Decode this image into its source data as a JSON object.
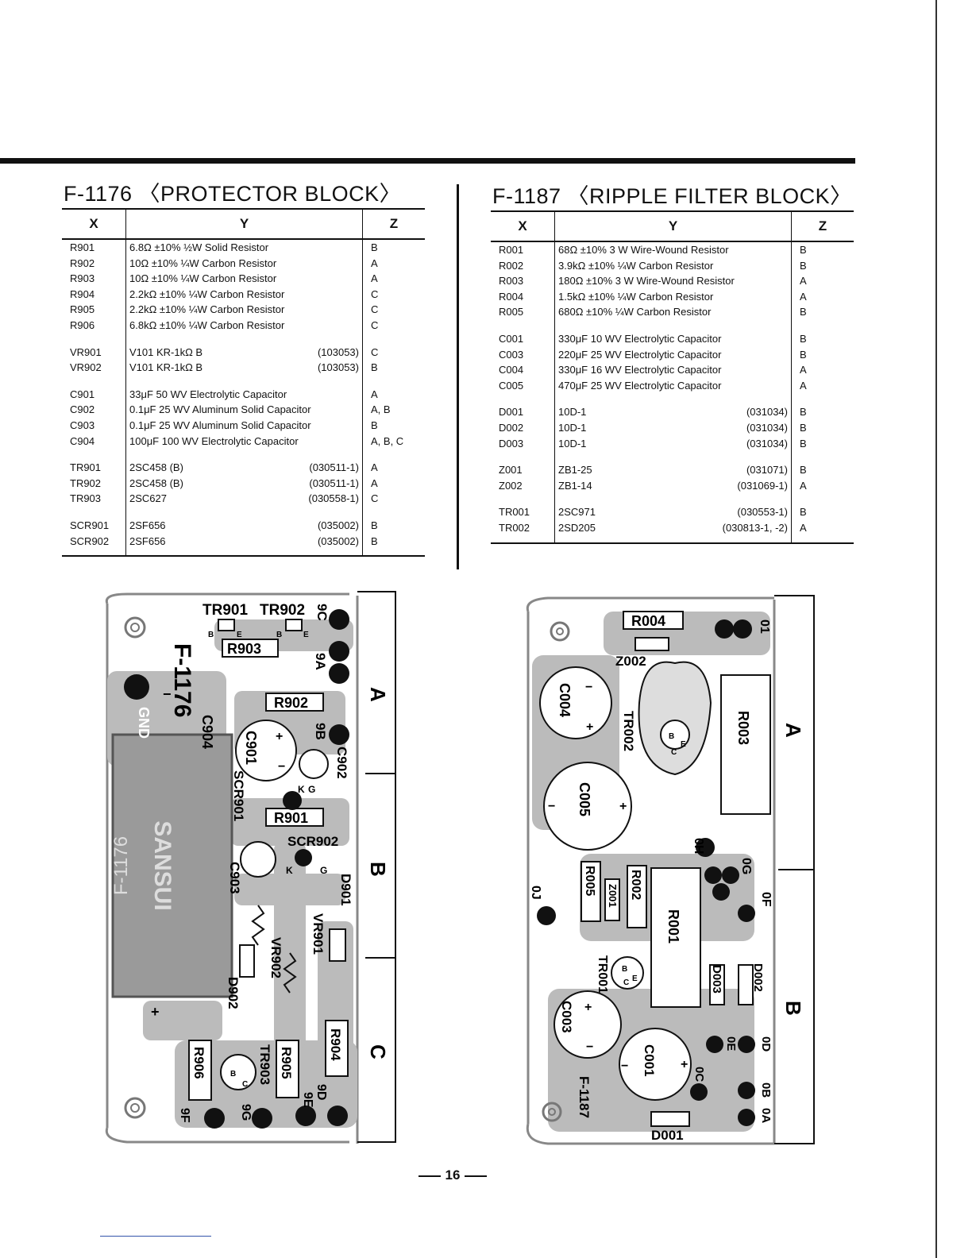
{
  "left_block": {
    "title": "F-1176 〈PROTECTOR BLOCK〉",
    "header": {
      "x": "X",
      "y": "Y",
      "z": "Z"
    },
    "groups": [
      [
        {
          "x": "R901",
          "y": "6.8Ω ±10% ½W Solid Resistor",
          "code": "",
          "z": "B"
        },
        {
          "x": "R902",
          "y": "10Ω ±10% ¼W Carbon Resistor",
          "code": "",
          "z": "A"
        },
        {
          "x": "R903",
          "y": "10Ω ±10% ¼W Carbon Resistor",
          "code": "",
          "z": "A"
        },
        {
          "x": "R904",
          "y": "2.2kΩ ±10% ¼W Carbon Resistor",
          "code": "",
          "z": "C"
        },
        {
          "x": "R905",
          "y": "2.2kΩ ±10% ¼W Carbon Resistor",
          "code": "",
          "z": "C"
        },
        {
          "x": "R906",
          "y": "6.8kΩ ±10% ¼W Carbon Resistor",
          "code": "",
          "z": "C"
        }
      ],
      [
        {
          "x": "VR901",
          "y": "V101 KR-1kΩ B",
          "code": "(103053)",
          "z": "C"
        },
        {
          "x": "VR902",
          "y": "V101 KR-1kΩ B",
          "code": "(103053)",
          "z": "B"
        }
      ],
      [
        {
          "x": "C901",
          "y": "33μF 50 WV Electrolytic Capacitor",
          "code": "",
          "z": "A"
        },
        {
          "x": "C902",
          "y": "0.1μF 25 WV Aluminum Solid Capacitor",
          "code": "",
          "z": "A, B"
        },
        {
          "x": "C903",
          "y": "0.1μF 25 WV Aluminum Solid Capacitor",
          "code": "",
          "z": "B"
        },
        {
          "x": "C904",
          "y": "100μF 100 WV Electrolytic Capacitor",
          "code": "",
          "z": "A, B, C"
        }
      ],
      [
        {
          "x": "TR901",
          "y": "2SC458 (B)",
          "code": "(030511-1)",
          "z": "A"
        },
        {
          "x": "TR902",
          "y": "2SC458 (B)",
          "code": "(030511-1)",
          "z": "A"
        },
        {
          "x": "TR903",
          "y": "2SC627",
          "code": "(030558-1)",
          "z": "C"
        }
      ],
      [
        {
          "x": "SCR901",
          "y": "2SF656",
          "code": "(035002)",
          "z": "B"
        },
        {
          "x": "SCR902",
          "y": "2SF656",
          "code": "(035002)",
          "z": "B"
        }
      ]
    ]
  },
  "right_block": {
    "title": "F-1187 〈RIPPLE FILTER BLOCK〉",
    "header": {
      "x": "X",
      "y": "Y",
      "z": "Z"
    },
    "groups": [
      [
        {
          "x": "R001",
          "y": "68Ω ±10% 3 W Wire-Wound Resistor",
          "code": "",
          "z": "B"
        },
        {
          "x": "R002",
          "y": "3.9kΩ ±10% ¼W Carbon Resistor",
          "code": "",
          "z": "B"
        },
        {
          "x": "R003",
          "y": "180Ω ±10% 3 W Wire-Wound Resistor",
          "code": "",
          "z": "A"
        },
        {
          "x": "R004",
          "y": "1.5kΩ ±10% ¼W Carbon Resistor",
          "code": "",
          "z": "A"
        },
        {
          "x": "R005",
          "y": "680Ω ±10% ¼W Carbon Resistor",
          "code": "",
          "z": "B"
        }
      ],
      [
        {
          "x": "C001",
          "y": "330μF 10 WV Electrolytic Capacitor",
          "code": "",
          "z": "B"
        },
        {
          "x": "C003",
          "y": "220μF 25 WV Electrolytic Capacitor",
          "code": "",
          "z": "B"
        },
        {
          "x": "C004",
          "y": "330μF 16 WV Electrolytic Capacitor",
          "code": "",
          "z": "A"
        },
        {
          "x": "C005",
          "y": "470μF 25 WV Electrolytic Capacitor",
          "code": "",
          "z": "A"
        }
      ],
      [
        {
          "x": "D001",
          "y": "10D-1",
          "code": "(031034)",
          "z": "B"
        },
        {
          "x": "D002",
          "y": "10D-1",
          "code": "(031034)",
          "z": "B"
        },
        {
          "x": "D003",
          "y": "10D-1",
          "code": "(031034)",
          "z": "B"
        }
      ],
      [
        {
          "x": "Z001",
          "y": "ZB1-25",
          "code": "(031071)",
          "z": "B"
        },
        {
          "x": "Z002",
          "y": "ZB1-14",
          "code": "(031069-1)",
          "z": "A"
        }
      ],
      [
        {
          "x": "TR001",
          "y": "2SC971",
          "code": "(030553-1)",
          "z": "B"
        },
        {
          "x": "TR002",
          "y": "2SD205",
          "code": "(030813-1, -2)",
          "z": "A"
        }
      ]
    ]
  },
  "board_left": {
    "board_name": "F-1176",
    "brand": "SANSUI",
    "part_no": "F-1176",
    "zones": [
      "A",
      "B",
      "C"
    ],
    "labels": {
      "tr901": "TR901",
      "tr902": "TR902",
      "r903": "R903",
      "r902": "R902",
      "r901": "R901",
      "r904": "R904",
      "r905": "R905",
      "r906": "R906",
      "c901": "C901",
      "c902": "C902",
      "c903": "C903",
      "c904": "C904",
      "scr901": "SCR901",
      "scr902": "SCR902",
      "d901": "D901",
      "d902": "D902",
      "vr901": "VR901",
      "vr902": "VR902",
      "tr903": "TR903",
      "gnd": "GND",
      "t9a": "9A",
      "t9b": "9B",
      "t9c": "9C",
      "t9d": "9D",
      "t9e": "9E",
      "t9f": "9F",
      "t9g": "9G",
      "pin_b": "B",
      "pin_e": "E",
      "pin_c": "C",
      "pin_g": "G",
      "pin_k": "K",
      "plus": "+",
      "minus": "−"
    }
  },
  "board_right": {
    "board_name": "F-1187",
    "zones": [
      "A",
      "B"
    ],
    "labels": {
      "r004": "R004",
      "z002": "Z002",
      "c004": "C004",
      "tr002": "TR002",
      "r003": "R003",
      "c005": "C005",
      "r005": "R005",
      "z001": "Z001",
      "r002": "R002",
      "r001": "R001",
      "tr001": "TR001",
      "c003": "C003",
      "c001": "C001",
      "d001": "D001",
      "d002": "D002",
      "d003": "D003",
      "t01": "01",
      "t0h": "0H",
      "t0g": "0G",
      "t0f": "0F",
      "t0j": "0J",
      "t0e": "0E",
      "t0d": "0D",
      "t0c": "0C",
      "t0b": "0B",
      "t0a": "0A",
      "pin_b": "B",
      "pin_e": "E",
      "pin_c": "C",
      "plus": "+",
      "minus": "−"
    }
  },
  "page_number": "16"
}
